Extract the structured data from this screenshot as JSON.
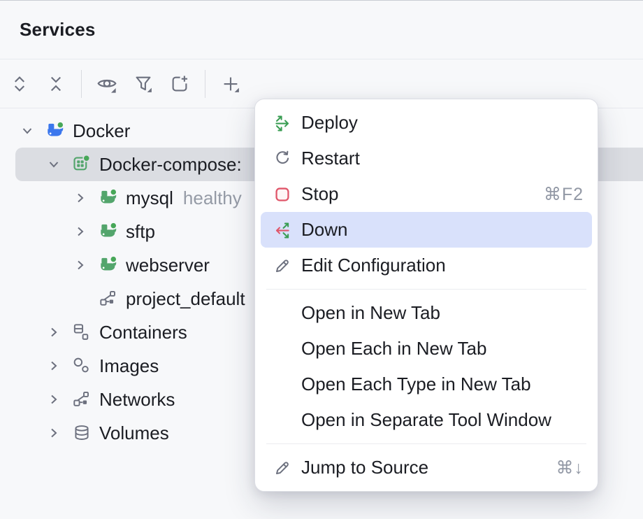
{
  "panel": {
    "title": "Services"
  },
  "toolbar": {
    "buttons": [
      {
        "name": "expand-all",
        "icon": "expand-all"
      },
      {
        "name": "collapse-all",
        "icon": "collapse-all"
      },
      {
        "type": "separator"
      },
      {
        "name": "view-options",
        "icon": "eye",
        "dropdown": true
      },
      {
        "name": "filter",
        "icon": "filter",
        "dropdown": true
      },
      {
        "name": "open-in-new-tab",
        "icon": "new-tab"
      },
      {
        "type": "separator"
      },
      {
        "name": "add-service",
        "icon": "plus",
        "dropdown": true
      }
    ]
  },
  "tree": {
    "rows": [
      {
        "label": "Docker",
        "icon": "docker-blue",
        "level": 0,
        "expandable": true,
        "expanded": true,
        "selected": false
      },
      {
        "label": "Docker-compose:",
        "icon": "docker-compose",
        "level": 1,
        "expandable": true,
        "expanded": true,
        "selected": true
      },
      {
        "label": "mysql",
        "icon": "docker-green",
        "level": 2,
        "expandable": true,
        "expanded": false,
        "selected": false,
        "status": "healthy"
      },
      {
        "label": "sftp",
        "icon": "docker-green",
        "level": 2,
        "expandable": true,
        "expanded": false,
        "selected": false
      },
      {
        "label": "webserver",
        "icon": "docker-green",
        "level": 2,
        "expandable": true,
        "expanded": false,
        "selected": false
      },
      {
        "label": "project_default",
        "icon": "network",
        "level": 2,
        "expandable": false,
        "expanded": false,
        "selected": false
      },
      {
        "label": "Containers",
        "icon": "containers",
        "level": 1,
        "expandable": true,
        "expanded": false,
        "selected": false
      },
      {
        "label": "Images",
        "icon": "images",
        "level": 1,
        "expandable": true,
        "expanded": false,
        "selected": false
      },
      {
        "label": "Networks",
        "icon": "network",
        "level": 1,
        "expandable": true,
        "expanded": false,
        "selected": false
      },
      {
        "label": "Volumes",
        "icon": "volumes",
        "level": 1,
        "expandable": true,
        "expanded": false,
        "selected": false
      }
    ]
  },
  "context_menu": {
    "items": [
      {
        "label": "Deploy",
        "icon": "deploy"
      },
      {
        "label": "Restart",
        "icon": "restart"
      },
      {
        "label": "Stop",
        "icon": "stop",
        "shortcut": "⌘F2"
      },
      {
        "label": "Down",
        "icon": "down",
        "highlighted": true
      },
      {
        "label": "Edit Configuration",
        "icon": "edit"
      },
      {
        "type": "separator"
      },
      {
        "label": "Open in New Tab"
      },
      {
        "label": "Open Each in New Tab"
      },
      {
        "label": "Open Each Type in New Tab"
      },
      {
        "label": "Open in Separate Tool Window"
      },
      {
        "type": "separator"
      },
      {
        "label": "Jump to Source",
        "icon": "edit",
        "shortcut": "⌘↓"
      }
    ]
  },
  "colors": {
    "docker_blue": "#3B77ED",
    "service_green": "#53A56C",
    "status_dot_green": "#47A758",
    "menu_arrow_green": "#3A9D53",
    "stop_red": "#E0566A",
    "menu_highlight": "#D9E1FB",
    "tree_selection": "#DBDDE2",
    "status_text": "#959BA6",
    "icon_gray": "#6C707E"
  }
}
